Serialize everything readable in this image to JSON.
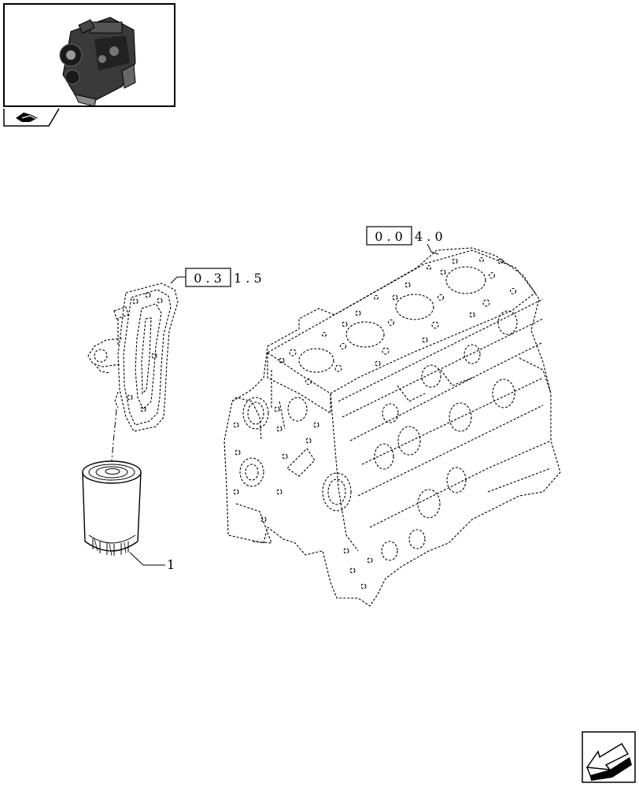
{
  "callouts": {
    "oil_filter_ref": "1",
    "filter_support_boxed": "0 . 3",
    "filter_support_rest": "1 . 5",
    "crankcase_boxed": "0 . 0",
    "crankcase_rest": "4 . 0"
  },
  "icons": {
    "thumbnail": "engine-thumbnail-icon",
    "view_tab": "book-hand-icon",
    "navigation": "next-page-arrow-icon"
  }
}
